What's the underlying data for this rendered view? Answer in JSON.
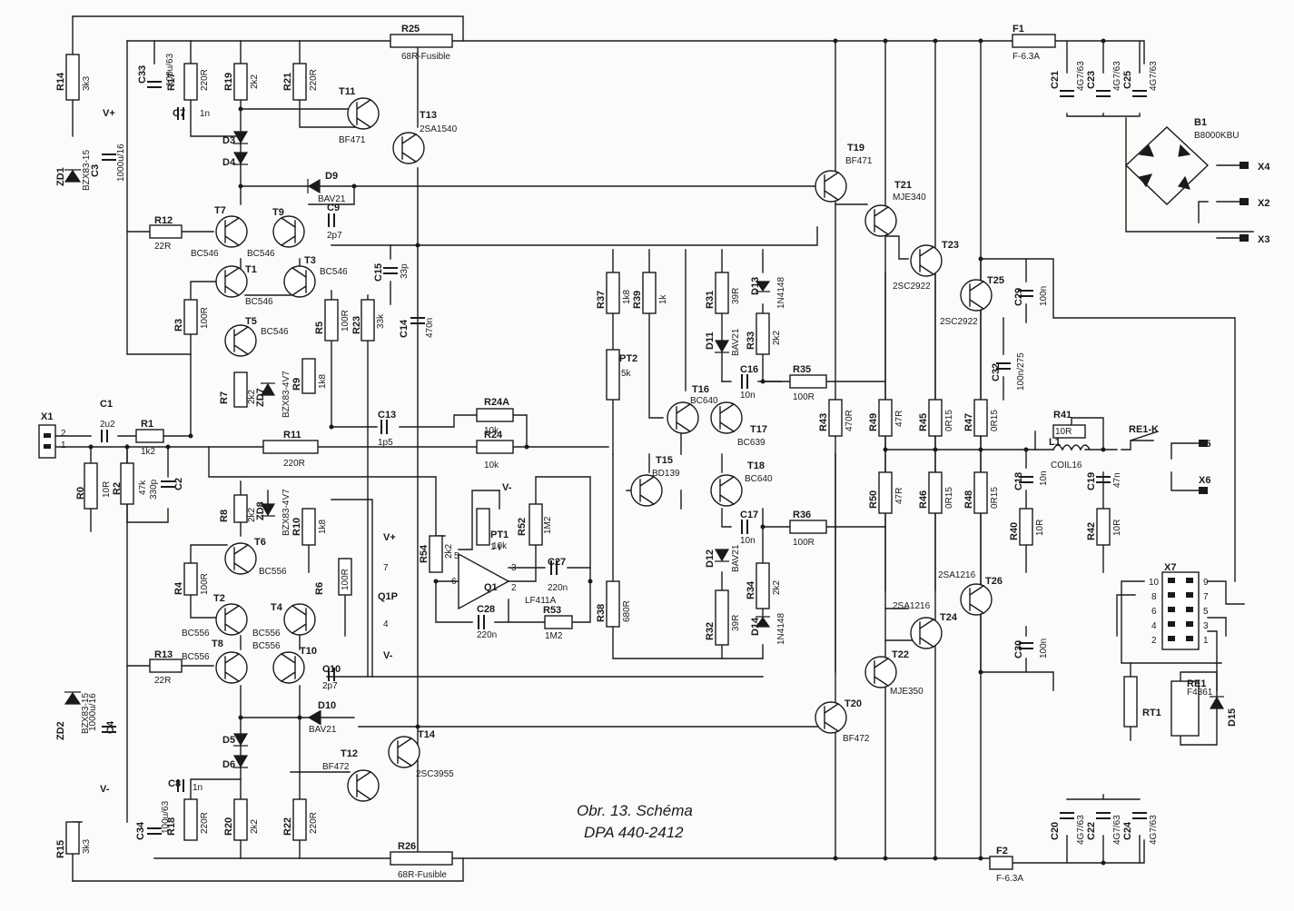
{
  "caption": {
    "line1": "Obr. 13. Schéma",
    "line2": "DPA 440-2412"
  },
  "components": {
    "resistors": [
      {
        "ref": "R14",
        "value": "3k3"
      },
      {
        "ref": "R15",
        "value": "3k3"
      },
      {
        "ref": "R17",
        "value": "220R"
      },
      {
        "ref": "R19",
        "value": "2k2"
      },
      {
        "ref": "R21",
        "value": "220R"
      },
      {
        "ref": "R25",
        "value": "68R-Fusible"
      },
      {
        "ref": "R26",
        "value": "68R-Fusible"
      },
      {
        "ref": "R12",
        "value": "22R"
      },
      {
        "ref": "R13",
        "value": "22R"
      },
      {
        "ref": "R3",
        "value": "100R"
      },
      {
        "ref": "R4",
        "value": "100R"
      },
      {
        "ref": "R5",
        "value": "100R"
      },
      {
        "ref": "R6",
        "value": "100R"
      },
      {
        "ref": "R7",
        "value": "2k2"
      },
      {
        "ref": "R8",
        "value": "2k2"
      },
      {
        "ref": "R9",
        "value": "1k8"
      },
      {
        "ref": "R10",
        "value": "1k8"
      },
      {
        "ref": "R23",
        "value": "33k"
      },
      {
        "ref": "R1",
        "value": "1k2"
      },
      {
        "ref": "R0",
        "value": "10R"
      },
      {
        "ref": "R2",
        "value": "47k"
      },
      {
        "ref": "R11",
        "value": "220R"
      },
      {
        "ref": "R24A",
        "value": "10k"
      },
      {
        "ref": "R24",
        "value": "10k"
      },
      {
        "ref": "R54",
        "value": "2k2"
      },
      {
        "ref": "R52",
        "value": "1M2"
      },
      {
        "ref": "R53",
        "value": "1M2"
      },
      {
        "ref": "R37",
        "value": "1k8"
      },
      {
        "ref": "R39",
        "value": "1k"
      },
      {
        "ref": "R38",
        "value": "680R"
      },
      {
        "ref": "R31",
        "value": "39R"
      },
      {
        "ref": "R33",
        "value": "2k2"
      },
      {
        "ref": "R32",
        "value": "39R"
      },
      {
        "ref": "R34",
        "value": "2k2"
      },
      {
        "ref": "R35",
        "value": "100R"
      },
      {
        "ref": "R36",
        "value": "100R"
      },
      {
        "ref": "R43",
        "value": "470R"
      },
      {
        "ref": "R49",
        "value": "47R"
      },
      {
        "ref": "R50",
        "value": "47R"
      },
      {
        "ref": "R45",
        "value": "0R15"
      },
      {
        "ref": "R46",
        "value": "0R15"
      },
      {
        "ref": "R47",
        "value": "0R15"
      },
      {
        "ref": "R48",
        "value": "0R15"
      },
      {
        "ref": "R41",
        "value": "10R"
      },
      {
        "ref": "R40",
        "value": "10R"
      },
      {
        "ref": "R42",
        "value": "10R"
      },
      {
        "ref": "R18",
        "value": "220R"
      },
      {
        "ref": "R20",
        "value": "2k2"
      },
      {
        "ref": "R22",
        "value": "220R"
      }
    ],
    "capacitors": [
      {
        "ref": "C33",
        "value": "100u/63"
      },
      {
        "ref": "C34",
        "value": "100u/63"
      },
      {
        "ref": "C7",
        "value": "1n"
      },
      {
        "ref": "C8",
        "value": "1n"
      },
      {
        "ref": "C3",
        "value": "1000u/16"
      },
      {
        "ref": "C4",
        "value": "1000u/16"
      },
      {
        "ref": "C9",
        "value": "2p7"
      },
      {
        "ref": "C10",
        "value": "2p7"
      },
      {
        "ref": "C15",
        "value": "33p"
      },
      {
        "ref": "C14",
        "value": "470n"
      },
      {
        "ref": "C13",
        "value": "1p5"
      },
      {
        "ref": "C1",
        "value": "2u2"
      },
      {
        "ref": "C2",
        "value": "330p"
      },
      {
        "ref": "C27",
        "value": "220n"
      },
      {
        "ref": "C28",
        "value": "220n"
      },
      {
        "ref": "C16",
        "value": "10n"
      },
      {
        "ref": "C17",
        "value": "10n"
      },
      {
        "ref": "C21",
        "value": "4G7/63"
      },
      {
        "ref": "C23",
        "value": "4G7/63"
      },
      {
        "ref": "C25",
        "value": "4G7/63"
      },
      {
        "ref": "C20",
        "value": "4G7/63"
      },
      {
        "ref": "C22",
        "value": "4G7/63"
      },
      {
        "ref": "C24",
        "value": "4G7/63"
      },
      {
        "ref": "C29",
        "value": "100n"
      },
      {
        "ref": "C30",
        "value": "100n"
      },
      {
        "ref": "C32",
        "value": "100n/275"
      },
      {
        "ref": "C18",
        "value": "10n"
      },
      {
        "ref": "C19",
        "value": "47n"
      }
    ],
    "transistors": [
      {
        "ref": "T11",
        "type": "BF471"
      },
      {
        "ref": "T13",
        "type": "2SA1540"
      },
      {
        "ref": "T7",
        "type": "BC546"
      },
      {
        "ref": "T9",
        "type": "BC546"
      },
      {
        "ref": "T1",
        "type": "BC546"
      },
      {
        "ref": "T3",
        "type": "BC546"
      },
      {
        "ref": "T5",
        "type": "BC546"
      },
      {
        "ref": "T6",
        "type": "BC556"
      },
      {
        "ref": "T2",
        "type": "BC556"
      },
      {
        "ref": "T4",
        "type": "BC556"
      },
      {
        "ref": "T8",
        "type": "BC556"
      },
      {
        "ref": "T10",
        "type": "BC556"
      },
      {
        "ref": "T12",
        "type": "BF472"
      },
      {
        "ref": "T14",
        "type": "2SC3955"
      },
      {
        "ref": "T15",
        "type": "BD139"
      },
      {
        "ref": "T16",
        "type": "BC640"
      },
      {
        "ref": "T17",
        "type": "BC639"
      },
      {
        "ref": "T18",
        "type": "BC640"
      },
      {
        "ref": "T19",
        "type": "BF471"
      },
      {
        "ref": "T20",
        "type": "BF472"
      },
      {
        "ref": "T21",
        "type": "MJE340"
      },
      {
        "ref": "T22",
        "type": "MJE350"
      },
      {
        "ref": "T23",
        "type": "2SC2922"
      },
      {
        "ref": "T25",
        "type": "2SC2922"
      },
      {
        "ref": "T24",
        "type": "2SA1216"
      },
      {
        "ref": "T26",
        "type": "2SA1216"
      }
    ],
    "diodes": [
      {
        "ref": "D3"
      },
      {
        "ref": "D4"
      },
      {
        "ref": "D5"
      },
      {
        "ref": "D6"
      },
      {
        "ref": "D9",
        "type": "BAV21"
      },
      {
        "ref": "D10",
        "type": "BAV21"
      },
      {
        "ref": "D11",
        "type": "BAV21"
      },
      {
        "ref": "D12",
        "type": "BAV21"
      },
      {
        "ref": "D13",
        "type": "1N4148"
      },
      {
        "ref": "D14",
        "type": "1N4148"
      },
      {
        "ref": "D15"
      },
      {
        "ref": "ZD1",
        "type": "BZX83-15"
      },
      {
        "ref": "ZD2",
        "type": "BZX83-15"
      },
      {
        "ref": "ZD7",
        "type": "BZX83-4V7"
      },
      {
        "ref": "ZD8",
        "type": "BZX83-4V7"
      }
    ],
    "others": {
      "opamp_ref": "Q1",
      "opamp_type": "LF411A",
      "opamp_p": "Q1P",
      "pot1_ref": "PT1",
      "pot1_value": "10k",
      "pot2_ref": "PT2",
      "pot2_value": "5k",
      "fuse1_ref": "F1",
      "fuse1_value": "F-6.3A",
      "fuse2_ref": "F2",
      "fuse2_value": "F-6.3A",
      "bridge_ref": "B1",
      "bridge_type": "B8000KBU",
      "coil_ref": "L1",
      "coil_type": "COIL16",
      "relay_ref": "RE1",
      "relay_type": "F4361",
      "relay_contact": "RE1-K",
      "ntc_ref": "RT1",
      "header_ref": "X7"
    }
  },
  "connectors": {
    "x1": "X1",
    "x2": "X2",
    "x3": "X3",
    "x4": "X4",
    "x5": "X5",
    "x6": "X6",
    "x1_pin2": "2",
    "x1_pin1": "1"
  },
  "rails": {
    "vplus": "V+",
    "vminus": "V-"
  },
  "opamp_pins": {
    "p2": "2",
    "p3": "3",
    "p5": "5",
    "p6": "6",
    "p1": "1",
    "p7": "7",
    "p4": "4"
  },
  "x7_pins": [
    "10",
    "9",
    "8",
    "7",
    "6",
    "5",
    "4",
    "3",
    "2",
    "1"
  ]
}
